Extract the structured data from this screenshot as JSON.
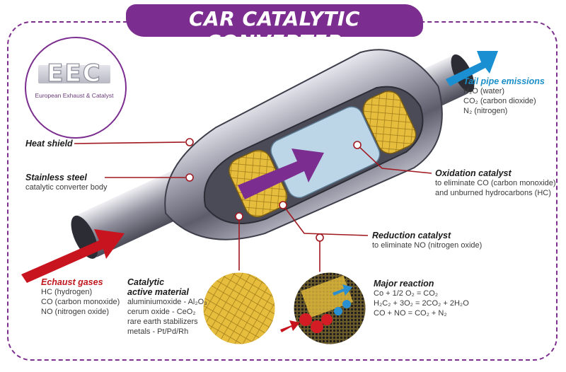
{
  "title": "CAR CATALYTIC CONVERTER",
  "logo": {
    "letters": "EEC",
    "subtitle": "European Exhaust & Catalyst"
  },
  "labels": {
    "heat_shield": {
      "title": "Heat shield"
    },
    "stainless_steel": {
      "title": "Stainless steel",
      "desc": "catalytic converter body"
    },
    "tail_pipe": {
      "title": "Tail pipe emissions",
      "lines": [
        "H₂O (water)",
        "CO₂ (carbon dioxide)",
        "N₂ (nitrogen)"
      ]
    },
    "oxidation": {
      "title": "Oxidation catalyst",
      "lines": [
        "to eliminate CO (carbon monoxide)",
        "and unburned hydrocarbons (HC)"
      ]
    },
    "reduction": {
      "title": "Reduction catalyst",
      "lines": [
        "to eliminate NO (nitrogen oxide)"
      ]
    },
    "exhaust": {
      "title": "Echaust gases",
      "lines": [
        "HC (hydrogen)",
        "CO (carbon monoxide)",
        "NO (nitrogen oxide)"
      ]
    },
    "catalytic": {
      "title1": "Catalytic",
      "title2": "active material",
      "lines": [
        "aluminiumoxide - Al₂O₃",
        "cerum oxide - CeO₂",
        "rare earth stabilizers",
        "metals - Pt/Pd/Rh"
      ]
    },
    "reaction": {
      "title": "Major reaction",
      "lines": [
        "Co + 1/2 O₂ = CO₂",
        "H₂C₂ + 3O₂ = 2CO₂ + 2H₂O",
        "CO + NO = CO₂ + N₂"
      ]
    }
  },
  "colors": {
    "purple": "#7b2e8f",
    "red": "#c0151c",
    "blue": "#1a8fc8",
    "metal": "#a8a8b4",
    "honeycomb": "#e0b83a"
  }
}
